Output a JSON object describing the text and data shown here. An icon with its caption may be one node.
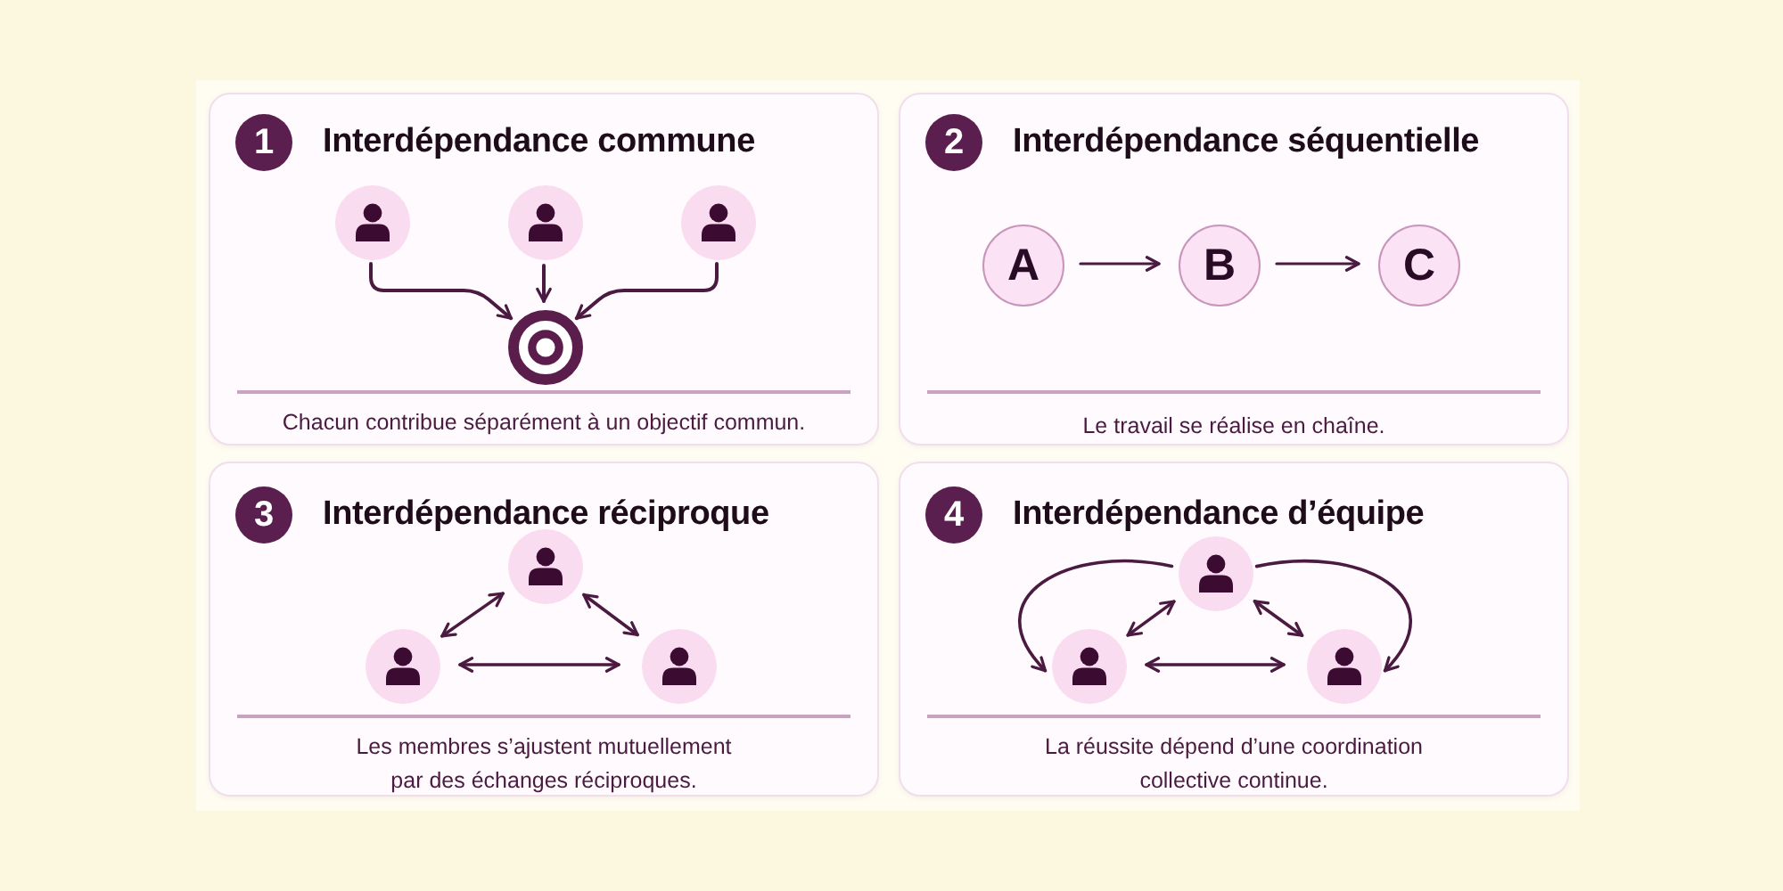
{
  "diagram": {
    "nodes": [
      {
        "text": [
          "Interdépendance commune",
          "Chacun contribue séparément à un objectif commun."
        ]
      },
      {
        "text": [
          "1"
        ],
        "in": 0
      },
      {
        "text": [],
        "shape": "person",
        "in": 0
      },
      {
        "text": [],
        "shape": "person",
        "in": 0
      },
      {
        "text": [],
        "shape": "person",
        "in": 0
      },
      {
        "text": [],
        "shape": "target",
        "in": 0
      },
      {
        "text": [
          "Interdépendance séquentielle",
          "Le travail se réalise en chaîne."
        ]
      },
      {
        "text": [
          "2"
        ],
        "in": 6
      },
      {
        "text": [
          "A"
        ],
        "in": 6
      },
      {
        "text": [
          "B"
        ],
        "in": 6
      },
      {
        "text": [
          "C"
        ],
        "in": 6
      },
      {
        "text": [
          "Interdépendance réciproque",
          "Les membres s’ajustent mutuellement par des échanges réciproques."
        ]
      },
      {
        "text": [
          "3"
        ],
        "in": 11
      },
      {
        "text": [],
        "shape": "person",
        "in": 11
      },
      {
        "text": [],
        "shape": "person",
        "in": 11
      },
      {
        "text": [],
        "shape": "person",
        "in": 11
      },
      {
        "text": [
          "Interdépendance d’équipe",
          "La réussite dépend d’une coordination collective continue."
        ]
      },
      {
        "text": [
          "4"
        ],
        "in": 16
      },
      {
        "text": [],
        "shape": "person",
        "in": 16
      },
      {
        "text": [],
        "shape": "person",
        "in": 16
      },
      {
        "text": [],
        "shape": "person",
        "in": 16
      }
    ],
    "edges": [
      {
        "from": 2,
        "to": 5,
        "arrow": "to"
      },
      {
        "from": 3,
        "to": 5,
        "arrow": "to"
      },
      {
        "from": 4,
        "to": 5,
        "arrow": "to"
      },
      {
        "from": 8,
        "to": 9,
        "arrow": "to"
      },
      {
        "from": 9,
        "to": 10,
        "arrow": "to"
      },
      {
        "from": 13,
        "to": 14,
        "arrow": "both"
      },
      {
        "from": 13,
        "to": 15,
        "arrow": "both"
      },
      {
        "from": 14,
        "to": 15,
        "arrow": "both"
      },
      {
        "from": 18,
        "to": 19,
        "arrow": "both"
      },
      {
        "from": 18,
        "to": 20,
        "arrow": "both"
      },
      {
        "from": 19,
        "to": 20,
        "arrow": "both"
      },
      {
        "from": 18,
        "to": 19,
        "arrow": "to"
      },
      {
        "from": 18,
        "to": 20,
        "arrow": "to"
      }
    ]
  }
}
